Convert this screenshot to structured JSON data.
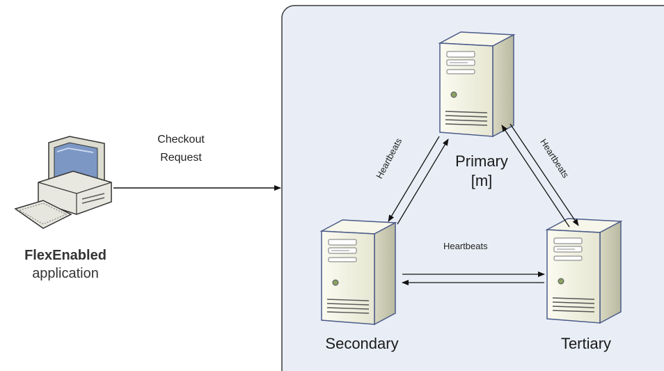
{
  "client": {
    "name": "FlexEnabled",
    "subtitle": "application"
  },
  "request": {
    "line1": "Checkout",
    "line2": "Request"
  },
  "servers": {
    "primary": {
      "name": "Primary",
      "tag": "[m]"
    },
    "secondary": {
      "name": "Secondary"
    },
    "tertiary": {
      "name": "Tertiary"
    }
  },
  "links": {
    "primary_secondary": "Heartbeats",
    "primary_tertiary": "Heartbeats",
    "secondary_tertiary": "Heartbeats"
  },
  "colors": {
    "cluster_fill": "#e9eef6",
    "cluster_border": "#3a3a3a",
    "server_front": "#f2f2e4",
    "server_side": "#c9c9b3",
    "server_outline": "#4a5a88"
  }
}
